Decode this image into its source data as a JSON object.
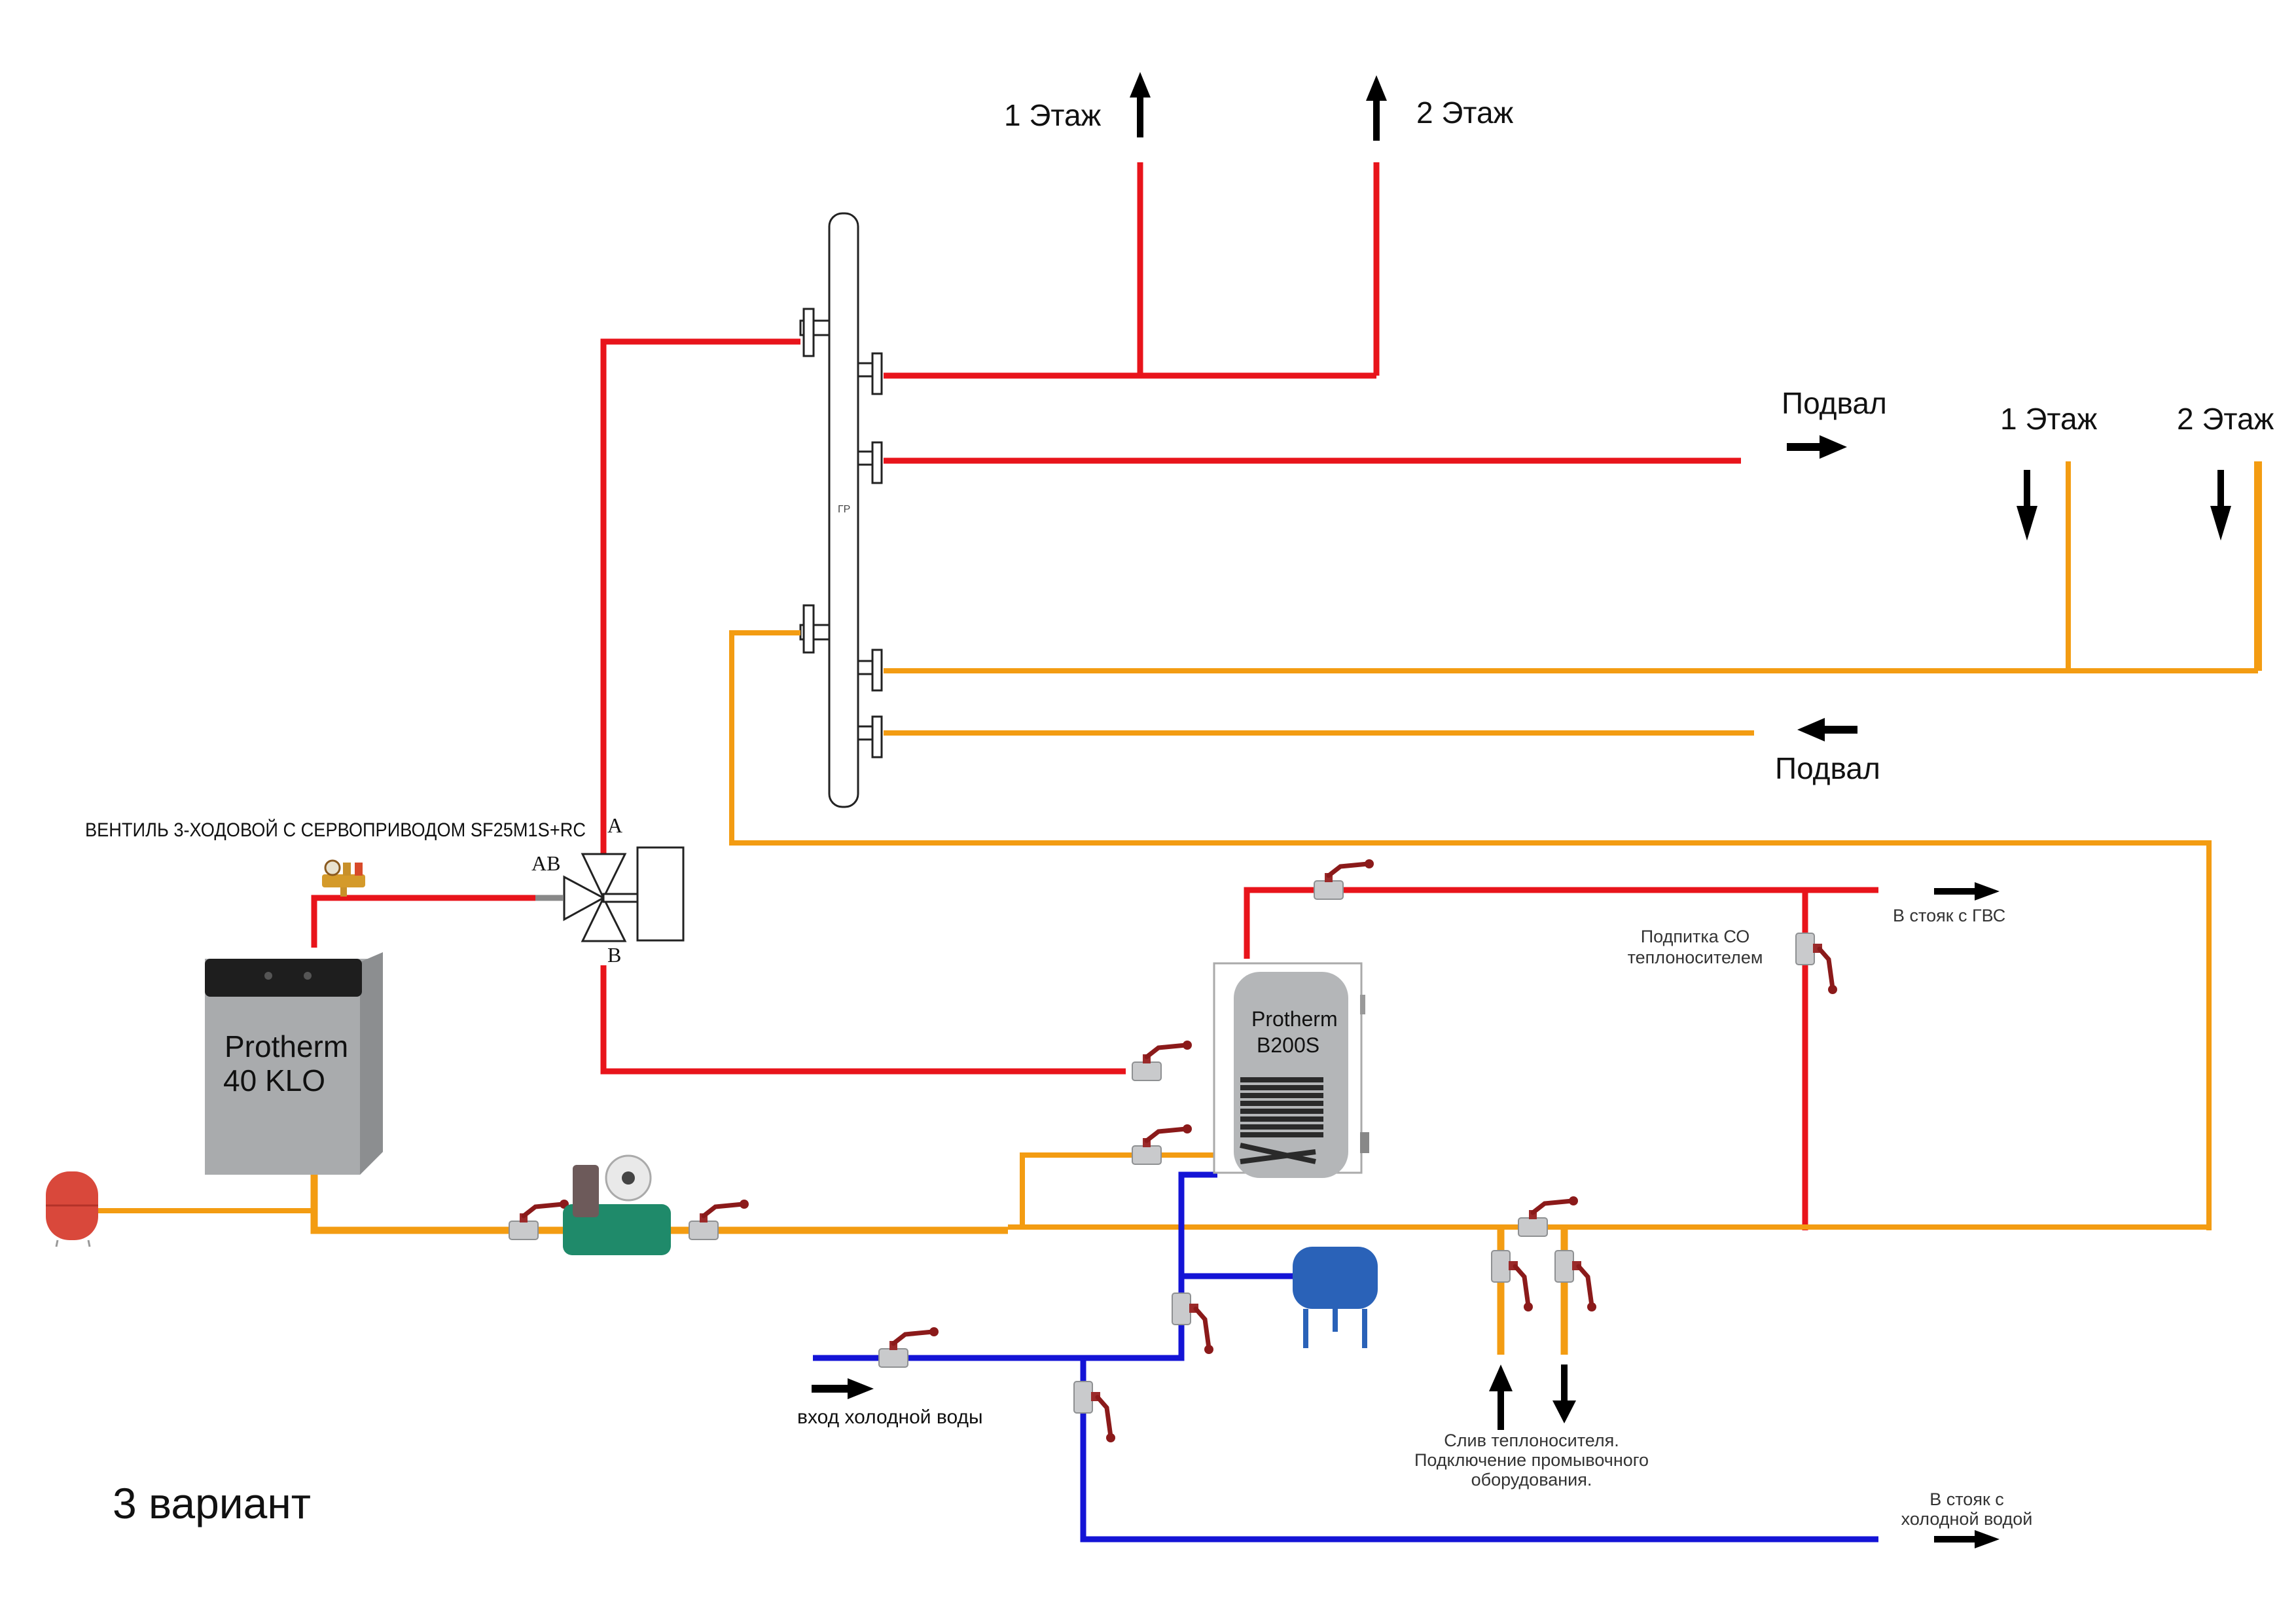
{
  "diagram": {
    "title": "3 вариант",
    "colors": {
      "supply_hot": "#e8141b",
      "return": "#f39c12",
      "cold_water": "#1414d6",
      "boiler_body": "#a9abad",
      "expansion_tank_heating": "#d9483b",
      "expansion_tank_water": "#2a62b8",
      "pump": "#1f8a6a",
      "valve_handle": "#8b1a1a"
    },
    "labels": {
      "floor1_supply": "1 Этаж",
      "floor2_supply": "2 Этаж",
      "basement_supply": "Подвал",
      "floor1_return": "1 Этаж",
      "floor2_return": "2 Этаж",
      "basement_return": "Подвал",
      "manifold": "ГР",
      "three_way_valve": "ВЕНТИЛЬ 3-ХОДОВОЙ С СЕРВОПРИВОДОМ SF25M1S+RC",
      "port_a": "A",
      "port_ab": "AB",
      "port_b": "B",
      "boiler_line1": "Protherm",
      "boiler_line2": "40 KLO",
      "tank_line1": "Protherm",
      "tank_line2": "B200S",
      "hot_water_riser": "В стояк с ГВС",
      "makeup_line1": "Подпитка СО",
      "makeup_line2": "теплоносителем",
      "cold_inlet": "вход холодной воды",
      "drain_line1": "Слив теплоносителя.",
      "drain_line2": "Подключение промывочного",
      "drain_line3": "оборудования.",
      "cold_riser_line1": "В стояк с",
      "cold_riser_line2": "холодной водой"
    },
    "icons": {
      "up_arrow": "arrow-up-icon",
      "down_arrow": "arrow-down-icon",
      "right_arrow": "arrow-right-icon",
      "left_arrow": "arrow-left-icon",
      "ball_valve": "ball-valve-icon",
      "pump": "circulation-pump-icon",
      "safety_group": "safety-group-icon"
    }
  }
}
